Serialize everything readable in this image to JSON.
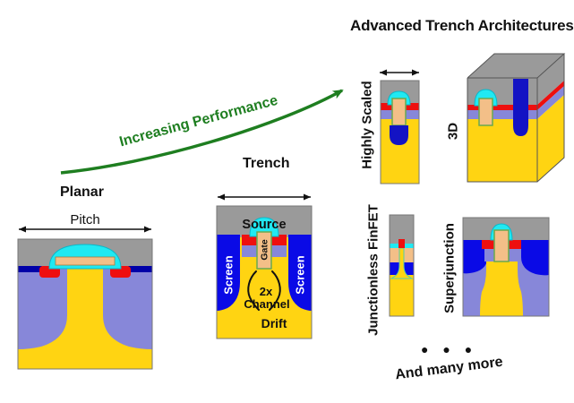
{
  "title": "Advanced Trench Architectures",
  "performance_arrow": {
    "label": "Increasing Performance"
  },
  "planar": {
    "title": "Planar",
    "pitch": "Pitch"
  },
  "trench": {
    "title": "Trench",
    "source": "Source",
    "gate": "Gate",
    "screen": "Screen",
    "channel_top": "2x",
    "channel_bottom": "Channel",
    "drift": "Drift"
  },
  "advanced": {
    "highly_scaled": "Highly Scaled",
    "three_d": "3D",
    "junctionless_finfet": "Junctionless FinFET",
    "superjunction": "Superjunction",
    "ellipsis": "● ● ●",
    "more": "And many more"
  },
  "colors": {
    "arrow_green": "#1E7E20",
    "metal_gray": "#9A9A9A",
    "drift_yellow": "#FFD412",
    "body_purple": "#8787D9",
    "screen_blue": "#0A0AE6",
    "deep_navy": "#1313C4",
    "strip_navy": "#0000A8",
    "source_red": "#EE0F0F",
    "oxide_cyan": "#20E9F2",
    "gate_tan": "#F3BF88",
    "gate_outline_green": "#6AA84F"
  }
}
